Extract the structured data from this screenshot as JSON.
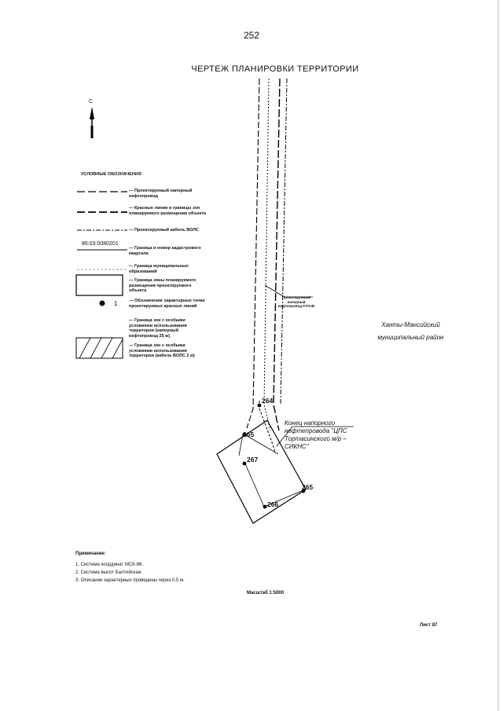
{
  "page_number": "252",
  "title": "ЧЕРТЕЖ ПЛАНИРОВКИ ТЕРРИТОРИИ",
  "north_label": "С",
  "legend": {
    "title": "УСЛОВНЫЕ ОБОЗНАЧЕНИЯ",
    "items": [
      "— Проектируемый напорный нефтепровод",
      "— Красные линии и границы зон планируемого размещения объекта",
      "— Проектируемый кабель ВОЛС",
      "— Граница и номер кадастрового квартала",
      "— Граница муниципальных образований",
      "— Граница зоны планируемого размещения проектируемого объекта",
      "— Обозначение характерных точки проектируемых красных линий",
      "— Граница зон с особыми условиями использования территории (напорный нефтепровод 25 м)",
      "— Граница зон с особыми условиями использования территории (кабель ВОЛС 2 м)"
    ],
    "cadastral_number": "86:03:0080201",
    "point_number": "1"
  },
  "map": {
    "district_label": "Ханты-Мансийский муниципальный район",
    "pipeline_label": "Проектируемый напорный нефтепровод КТПлВ",
    "pipeline_end_label": "Конец напорного нефтепровода \"ЦПС Тортасинского м/р – СИКНС\"",
    "points": [
      "264",
      "265",
      "267",
      "265",
      "266"
    ]
  },
  "notes": {
    "title": "Примечание:",
    "items": [
      "1. Система координат МСК-86.",
      "2. Система высот Балтийская.",
      "3. Описание характерных проведены через 0,5 м."
    ]
  },
  "scale": "Масштаб 1:5000",
  "sheet": "Лист 87"
}
